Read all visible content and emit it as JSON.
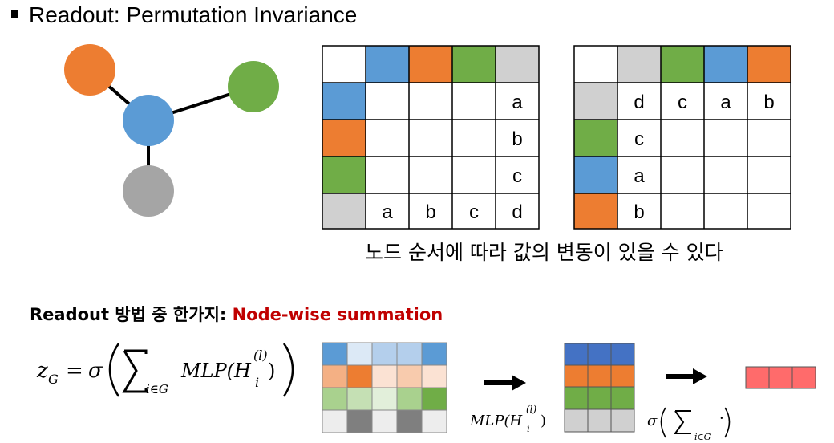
{
  "title": "Readout: Permutation Invariance",
  "colors": {
    "blue": "#5b9bd5",
    "orange": "#ed7d31",
    "green": "#70ad47",
    "gray": "#a5a5a5",
    "light_gray": "#d0d0d0",
    "red": "#ff6b6b"
  },
  "graph": {
    "nodes": [
      {
        "id": "orange",
        "color": "orange"
      },
      {
        "id": "green",
        "color": "green"
      },
      {
        "id": "blue",
        "color": "blue"
      },
      {
        "id": "gray",
        "color": "gray"
      }
    ]
  },
  "matrix_left": {
    "header_colors": [
      "blue",
      "orange",
      "green",
      "gray"
    ],
    "last_column": [
      "a",
      "b",
      "c"
    ],
    "last_row": [
      "a",
      "b",
      "c",
      "d"
    ]
  },
  "matrix_right": {
    "header_colors": [
      "gray",
      "green",
      "blue",
      "orange"
    ],
    "first_row": [
      "d",
      "c",
      "a",
      "b"
    ],
    "first_column": [
      "c",
      "a",
      "b"
    ]
  },
  "caption": "노드 순서에 따라 값의 변동이 있을 수 있다",
  "sub_heading": {
    "prefix": "Readout 방법 중 한가지: ",
    "highlight": "Node-wise summation"
  },
  "formula": {
    "lhs": "z",
    "lhs_sub": "G",
    "sigma": "σ",
    "sum_index": "i∈G",
    "mlp": "MLP(H",
    "h_sub": "i",
    "h_sup": "(l)"
  },
  "arrow_labels": {
    "mlp": "MLP(H",
    "mlp_sub": "i",
    "mlp_sup": "(l)",
    "sigma": "σ",
    "sum_index": "i∈G"
  }
}
